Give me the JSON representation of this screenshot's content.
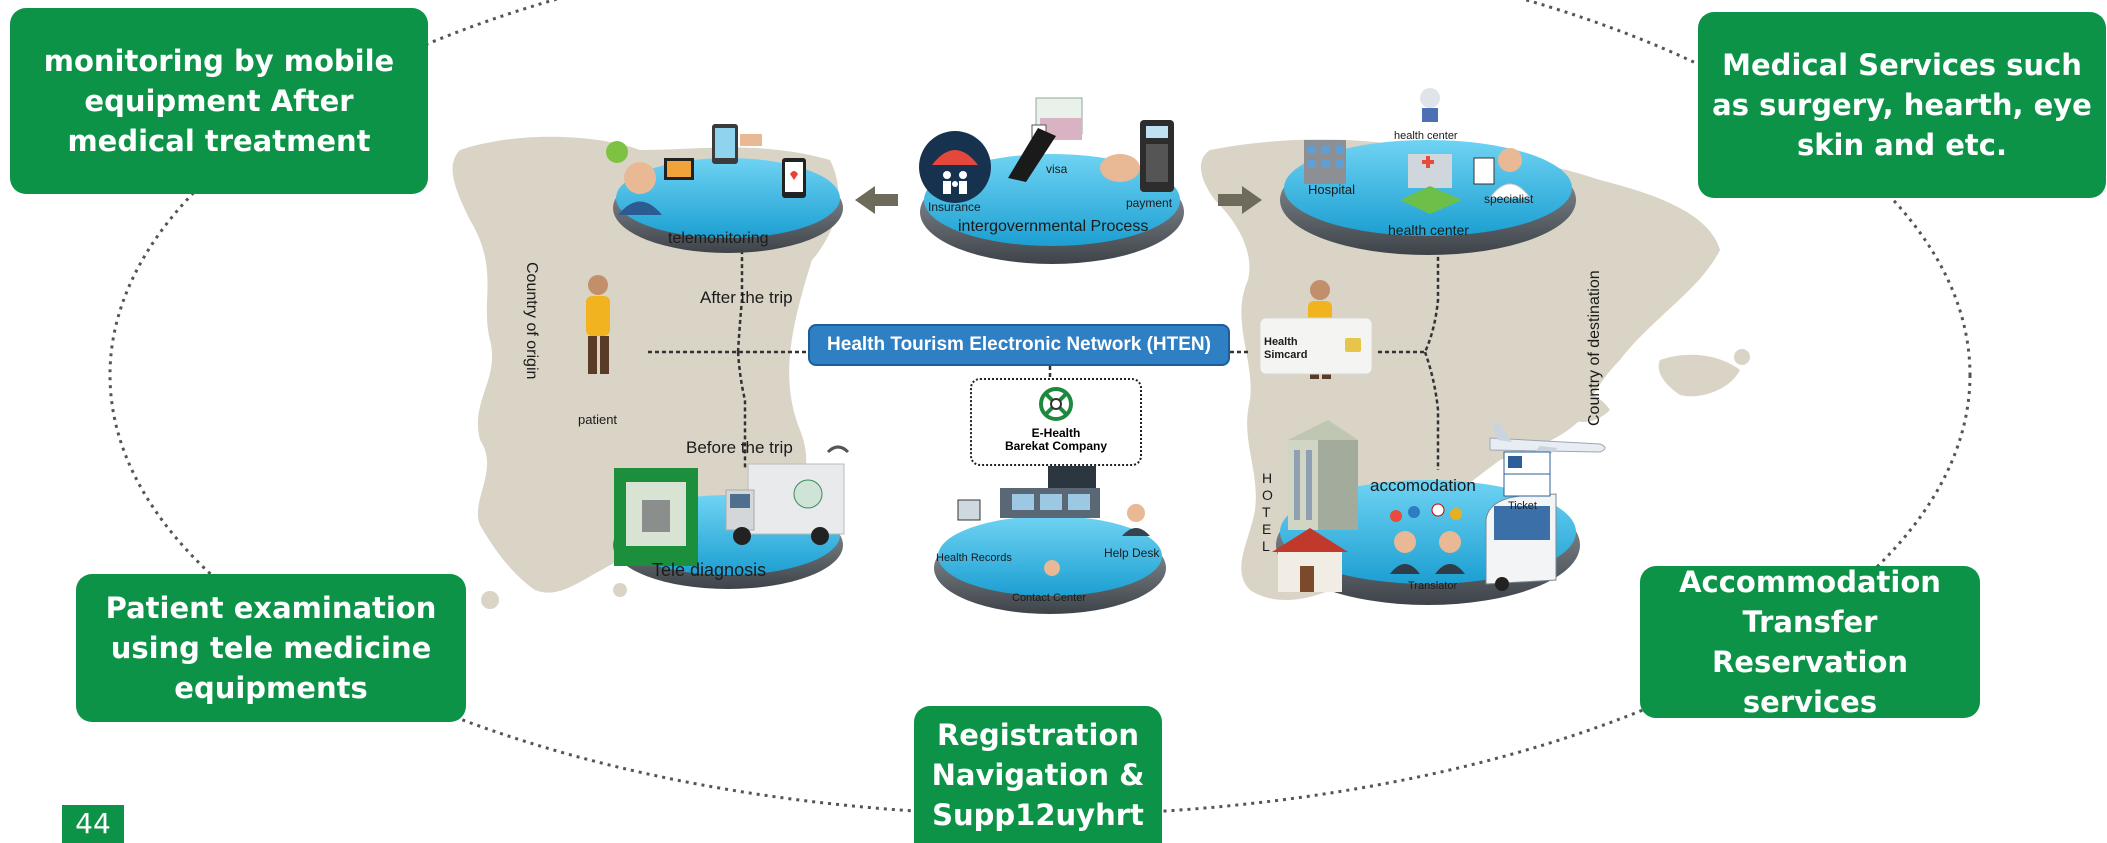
{
  "boxes": {
    "top_left": [
      "monitoring by mobile",
      "equipment After",
      "medical treatment"
    ],
    "top_right": [
      "Medical Services such",
      "as surgery, hearth, eye",
      "skin and etc."
    ],
    "bottom_left": [
      "Patient examination",
      "using tele medicine",
      "equipments"
    ],
    "bottom_right": [
      "Accommodation",
      "Transfer",
      "Reservation services"
    ],
    "bottom_center": [
      "Registration",
      "Navigation &",
      "Supp12uyhrt"
    ]
  },
  "page_number": "44",
  "network": {
    "title": "Health Tourism Electronic  Network (HTEN)",
    "company_line1": "E-Health",
    "company_line2": "Barekat Company"
  },
  "labels": {
    "telemonitoring": "telemonitoring",
    "intergov": "intergovernmental Process",
    "insurance": "Insurance",
    "visa": "visa",
    "payment": "payment",
    "hospital": "Hospital",
    "health_center_small": "health center",
    "health_center": "health center",
    "specialist": "specialist",
    "after_trip": "After the trip",
    "before_trip": "Before the trip",
    "patient": "patient",
    "country_origin": "Country of origin",
    "country_destination": "Country of destination",
    "tele_diagnosis": "Tele diagnosis",
    "health_records": "Health Records",
    "help_desk": "Help Desk",
    "contact_center": "Contact Center",
    "simcard_1": "Health",
    "simcard_2": "Simcard",
    "accomodation": "accomodation",
    "hotel": "HOTEL",
    "ticket": "Ticket",
    "translator": "Translator"
  },
  "colors": {
    "green": "#0c9348",
    "disc": "#3ab7e3",
    "map": "#d9d4c6",
    "network_bar": "#2f7fc4"
  },
  "icons": [
    "telemonitoring-doctor-icon",
    "umbrella-family-icon",
    "passport-icon",
    "pos-terminal-icon",
    "hospital-building-icon",
    "doctor-icon",
    "patient-person-icon",
    "tele-diagnosis-machine-icon",
    "ambulance-truck-icon",
    "monitor-desk-icon",
    "hotel-building-icon",
    "house-icon",
    "bus-icon",
    "airplane-icon",
    "simcard-icon",
    "ehealth-logo-icon"
  ]
}
